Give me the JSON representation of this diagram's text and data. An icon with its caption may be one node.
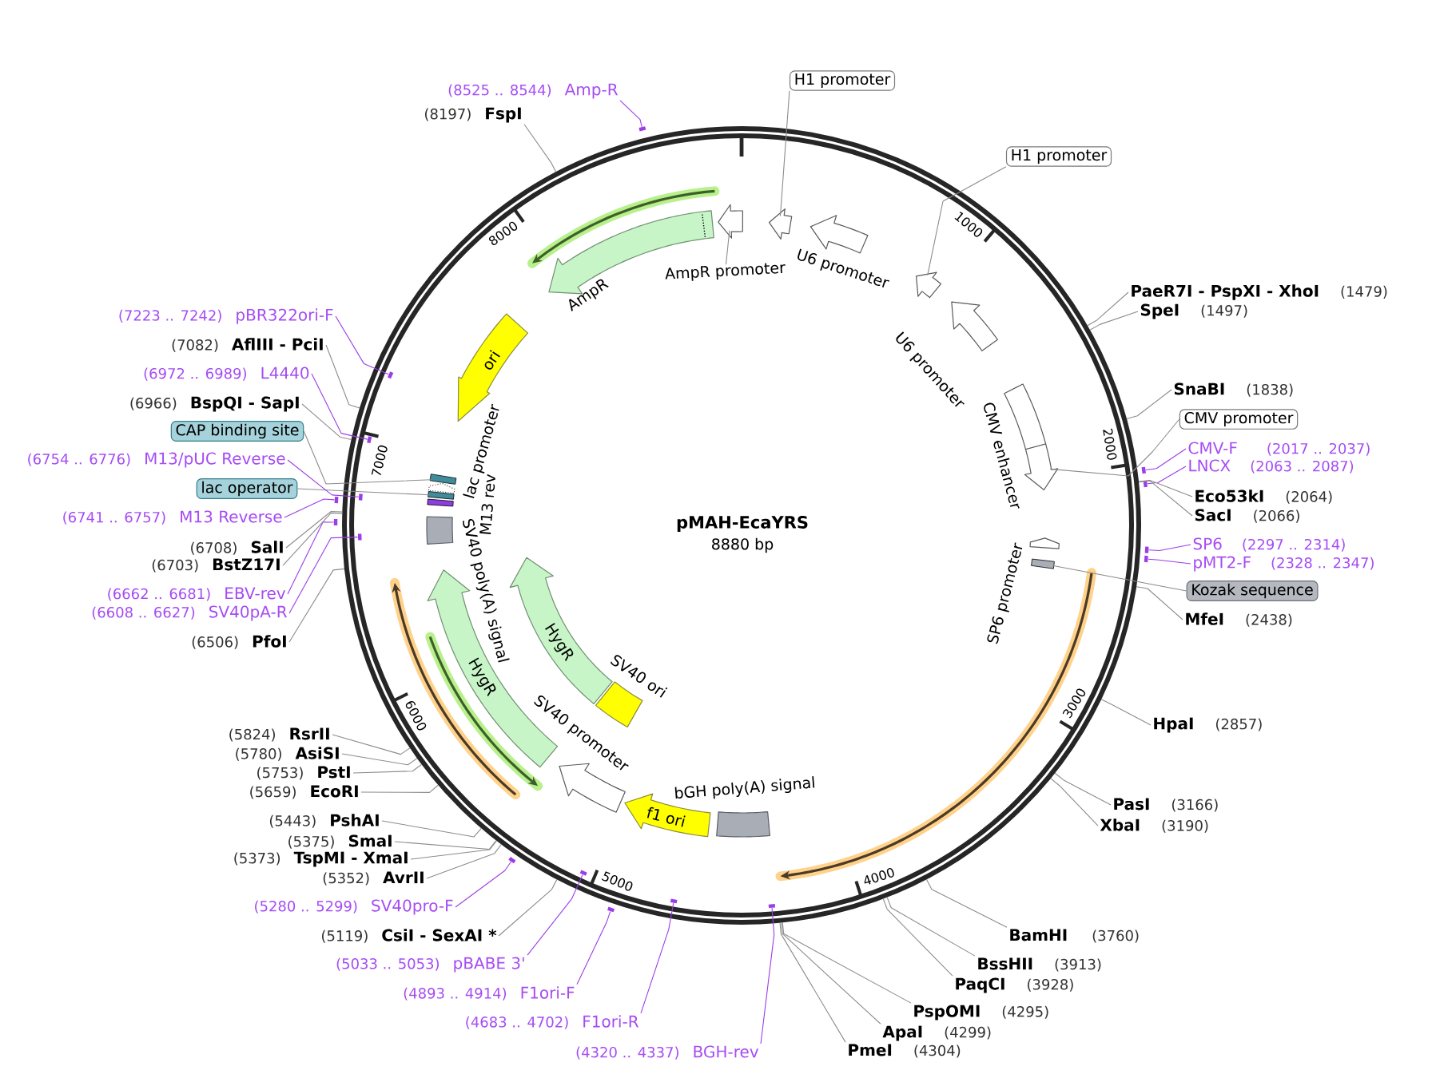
{
  "diagram": {
    "title": "pMAH-EcaYRS",
    "nodes": [
      {
        "text": [
          "H1 promoter"
        ]
      },
      {
        "text": [
          "(8525 .. 8544)",
          "Amp-R"
        ]
      },
      {
        "text": [
          "(8197)",
          "FspI"
        ]
      },
      {
        "text": [
          "H1 promoter"
        ]
      },
      {
        "text": [
          "PaeR7I - PspXI - XhoI",
          "(1479)"
        ]
      },
      {
        "text": [
          "SpeI",
          "(1497)"
        ]
      },
      {
        "text": [
          "SnaBI",
          "(1838)"
        ]
      },
      {
        "text": [
          "CMV promoter"
        ]
      },
      {
        "text": [
          "CMV-F",
          "(2017 .. 2037)"
        ]
      },
      {
        "text": [
          "LNCX",
          "(2063 .. 2087)"
        ]
      },
      {
        "text": [
          "Eco53kI",
          "(2064)"
        ]
      },
      {
        "text": [
          "SacI",
          "(2066)"
        ]
      },
      {
        "text": [
          "SP6",
          "(2297 .. 2314)"
        ]
      },
      {
        "text": [
          "pMT2-F",
          "(2328 .. 2347)"
        ]
      },
      {
        "text": [
          "Kozak sequence"
        ]
      },
      {
        "text": [
          "MfeI",
          "(2438)"
        ]
      },
      {
        "text": [
          "HpaI",
          "(2857)"
        ]
      },
      {
        "text": [
          "PasI",
          "(3166)"
        ]
      },
      {
        "text": [
          "XbaI",
          "(3190)"
        ]
      },
      {
        "text": [
          "BamHI",
          "(3760)"
        ]
      },
      {
        "text": [
          "BssHII",
          "(3913)"
        ]
      },
      {
        "text": [
          "PaqCI",
          "(3928)"
        ]
      },
      {
        "text": [
          "PspOMI",
          "(4295)"
        ]
      },
      {
        "text": [
          "ApaI",
          "(4299)"
        ]
      },
      {
        "text": [
          "PmeI",
          "(4304)"
        ]
      },
      {
        "text": [
          "(4320 .. 4337)",
          "BGH-rev"
        ]
      },
      {
        "text": [
          "(4683 .. 4702)",
          "F1ori-R"
        ]
      },
      {
        "text": [
          "(4893 .. 4914)",
          "F1ori-F"
        ]
      },
      {
        "text": [
          "(5033 .. 5053)",
          "pBABE 3'"
        ]
      },
      {
        "text": [
          "(5119)",
          "CsiI - SexAI *"
        ]
      },
      {
        "text": [
          "(5280 .. 5299)",
          "SV40pro-F"
        ]
      },
      {
        "text": [
          "(5352)",
          "AvrII"
        ]
      },
      {
        "text": [
          "(5373)",
          "TspMI - XmaI"
        ]
      },
      {
        "text": [
          "(5375)",
          "SmaI"
        ]
      },
      {
        "text": [
          "(5443)",
          "PshAI"
        ]
      },
      {
        "text": [
          "(5659)",
          "EcoRI"
        ]
      },
      {
        "text": [
          "(5753)",
          "PstI"
        ]
      },
      {
        "text": [
          "(5780)",
          "AsiSI"
        ]
      },
      {
        "text": [
          "(5824)",
          "RsrII"
        ]
      },
      {
        "text": [
          "(6506)",
          "PfoI"
        ]
      },
      {
        "text": [
          "(6608 .. 6627)",
          "SV40pA-R"
        ]
      },
      {
        "text": [
          "(6662 .. 6681)",
          "EBV-rev"
        ]
      },
      {
        "text": [
          "(6703)",
          "BstZ17I"
        ]
      },
      {
        "text": [
          "(6708)",
          "SalI"
        ]
      },
      {
        "text": [
          "(6741 .. 6757)",
          "M13 Reverse"
        ]
      },
      {
        "text": [
          "lac operator"
        ]
      },
      {
        "text": [
          "(6754 .. 6776)",
          "M13/pUC Reverse"
        ]
      },
      {
        "text": [
          "CAP binding site"
        ]
      },
      {
        "text": [
          "(6966)",
          "BspQI - SapI"
        ]
      },
      {
        "text": [
          "(6972 .. 6989)",
          "L4440"
        ]
      },
      {
        "text": [
          "(7082)",
          "AflIII - PciI"
        ]
      },
      {
        "text": [
          "(7223 .. 7242)",
          "pBR322ori-F"
        ]
      },
      {
        "text": [],
        "shape": "circle"
      },
      {
        "text": [
          "AmpR promoter"
        ],
        "in": 52
      },
      {
        "text": [],
        "shape": "arrow",
        "in": 52
      },
      {
        "text": [],
        "shape": "arrow",
        "in": 52
      },
      {
        "text": [],
        "shape": "arrow",
        "in": 52,
        "beside": [
          "U6 promoter"
        ]
      },
      {
        "text": [],
        "shape": "arrow",
        "in": 52
      },
      {
        "text": [],
        "shape": "arrow",
        "in": 52,
        "beside": [
          "U6 promoter"
        ]
      },
      {
        "text": [],
        "shape": "box",
        "in": 52,
        "beside": [
          "CMV enhancer"
        ]
      },
      {
        "text": [],
        "shape": "arrow",
        "in": 52
      },
      {
        "text": [],
        "shape": "arrow",
        "in": 52,
        "beside": [
          "SP6 promoter"
        ]
      },
      {
        "text": [],
        "shape": "bar",
        "in": 52
      },
      {
        "text": [],
        "shape": "box",
        "in": 52
      },
      {
        "text": [
          "f1 ori"
        ],
        "in": 52
      },
      {
        "text": [],
        "shape": "arrow",
        "in": 52,
        "beside": [
          "SV40 promoter"
        ]
      },
      {
        "text": [],
        "shape": "box",
        "in": 52,
        "beside": [
          "SV40 ori"
        ]
      },
      {
        "text": [
          "HygR"
        ],
        "in": 52
      },
      {
        "text": [
          "HygR"
        ],
        "in": 52
      },
      {
        "text": [],
        "shape": "box",
        "in": 52
      },
      {
        "text": [],
        "shape": "bar",
        "in": 52,
        "beside": [
          "M13 rev"
        ]
      },
      {
        "text": [],
        "shape": "bar",
        "in": 52
      },
      {
        "text": [],
        "shape": "arrow",
        "in": 52,
        "beside": [
          "lac promoter"
        ]
      },
      {
        "text": [],
        "shape": "bar",
        "in": 52
      },
      {
        "text": [
          "ori"
        ],
        "in": 52
      },
      {
        "text": [],
        "shape": "arrow",
        "in": 52,
        "beside": [
          "AmpR"
        ]
      },
      {
        "text": [],
        "shape": "bar"
      },
      {
        "text": [],
        "shape": "bar"
      },
      {
        "text": [],
        "shape": "bar"
      },
      {
        "text": [],
        "shape": "bar"
      },
      {
        "text": [],
        "shape": "bar"
      },
      {
        "text": [],
        "shape": "bar",
        "in": 52
      },
      {
        "text": [],
        "shape": "bar",
        "in": 52
      },
      {
        "text": [],
        "shape": "bar"
      },
      {
        "text": [],
        "shape": "bar",
        "in": 52
      },
      {
        "text": [],
        "shape": "bar"
      },
      {
        "text": [],
        "shape": "bar",
        "in": 52
      },
      {
        "text": [],
        "shape": "bar"
      },
      {
        "text": [],
        "shape": "bar"
      },
      {
        "text": [],
        "shape": "bar",
        "in": 52
      },
      {
        "text": [],
        "shape": "bar",
        "in": 52
      },
      {
        "text": [],
        "shape": "bar",
        "in": 52
      }
    ],
    "edges": [
      {
        "from": 0,
        "to": 55,
        "arrow": "none"
      },
      {
        "from": 1,
        "to": 76,
        "arrow": "none",
        "color": "#9b3ee8"
      },
      {
        "from": 2,
        "to": 52,
        "arrow": "none"
      },
      {
        "from": 3,
        "to": 57,
        "arrow": "none"
      },
      {
        "from": 4,
        "to": 52,
        "arrow": "none"
      },
      {
        "from": 5,
        "to": 52,
        "arrow": "none"
      },
      {
        "from": 6,
        "to": 52,
        "arrow": "none"
      },
      {
        "from": 7,
        "to": 60,
        "arrow": "none"
      },
      {
        "from": 8,
        "to": 77,
        "arrow": "none",
        "color": "#9b3ee8"
      },
      {
        "from": 9,
        "to": 78,
        "arrow": "none",
        "color": "#9b3ee8"
      },
      {
        "from": 10,
        "to": 52,
        "arrow": "none"
      },
      {
        "from": 11,
        "to": 52,
        "arrow": "none"
      },
      {
        "from": 12,
        "to": 79,
        "arrow": "none",
        "color": "#9b3ee8"
      },
      {
        "from": 13,
        "to": 80,
        "arrow": "none",
        "color": "#9b3ee8"
      },
      {
        "from": 14,
        "to": 62,
        "arrow": "none"
      },
      {
        "from": 15,
        "to": 52,
        "arrow": "none"
      },
      {
        "from": 16,
        "to": 52,
        "arrow": "none"
      },
      {
        "from": 17,
        "to": 52,
        "arrow": "none"
      },
      {
        "from": 18,
        "to": 52,
        "arrow": "none"
      },
      {
        "from": 19,
        "to": 52,
        "arrow": "none"
      },
      {
        "from": 20,
        "to": 52,
        "arrow": "none"
      },
      {
        "from": 21,
        "to": 52,
        "arrow": "none"
      },
      {
        "from": 22,
        "to": 52,
        "arrow": "none"
      },
      {
        "from": 23,
        "to": 52,
        "arrow": "none"
      },
      {
        "from": 24,
        "to": 52,
        "arrow": "none"
      },
      {
        "from": 25,
        "to": 81,
        "arrow": "none",
        "color": "#9b3ee8"
      },
      {
        "from": 26,
        "to": 82,
        "arrow": "none",
        "color": "#9b3ee8"
      },
      {
        "from": 27,
        "to": 83,
        "arrow": "none",
        "color": "#9b3ee8"
      },
      {
        "from": 28,
        "to": 84,
        "arrow": "none",
        "color": "#9b3ee8"
      },
      {
        "from": 29,
        "to": 52,
        "arrow": "none"
      },
      {
        "from": 30,
        "to": 85,
        "arrow": "none",
        "color": "#9b3ee8"
      },
      {
        "from": 31,
        "to": 52,
        "arrow": "none"
      },
      {
        "from": 32,
        "to": 52,
        "arrow": "none"
      },
      {
        "from": 33,
        "to": 52,
        "arrow": "none"
      },
      {
        "from": 34,
        "to": 52,
        "arrow": "none"
      },
      {
        "from": 35,
        "to": 52,
        "arrow": "none"
      },
      {
        "from": 36,
        "to": 52,
        "arrow": "none"
      },
      {
        "from": 37,
        "to": 52,
        "arrow": "none"
      },
      {
        "from": 38,
        "to": 52,
        "arrow": "none"
      },
      {
        "from": 39,
        "to": 52,
        "arrow": "none"
      },
      {
        "from": 40,
        "to": 86,
        "arrow": "none",
        "color": "#9b3ee8"
      },
      {
        "from": 41,
        "to": 87,
        "arrow": "none",
        "color": "#9b3ee8"
      },
      {
        "from": 42,
        "to": 52,
        "arrow": "none"
      },
      {
        "from": 43,
        "to": 52,
        "arrow": "none"
      },
      {
        "from": 44,
        "to": 88,
        "arrow": "none",
        "color": "#9b3ee8"
      },
      {
        "from": 45,
        "to": 71,
        "arrow": "none"
      },
      {
        "from": 46,
        "to": 89,
        "arrow": "none",
        "color": "#9b3ee8"
      },
      {
        "from": 47,
        "to": 73,
        "arrow": "none"
      },
      {
        "from": 48,
        "to": 52,
        "arrow": "none"
      },
      {
        "from": 49,
        "to": 90,
        "arrow": "none",
        "color": "#9b3ee8"
      },
      {
        "from": 50,
        "to": 52,
        "arrow": "none"
      },
      {
        "from": 51,
        "to": 91,
        "arrow": "none",
        "color": "#9b3ee8"
      },
      {
        "from": 53,
        "to": 54,
        "arrow": "none"
      }
    ],
    "labels": [
      "8880 bp",
      "1000",
      "2000",
      "3000",
      "4000",
      "5000",
      "6000",
      "7000",
      "8000",
      "bGH poly(A) signal",
      "SV40 poly(A) signal"
    ]
  }
}
